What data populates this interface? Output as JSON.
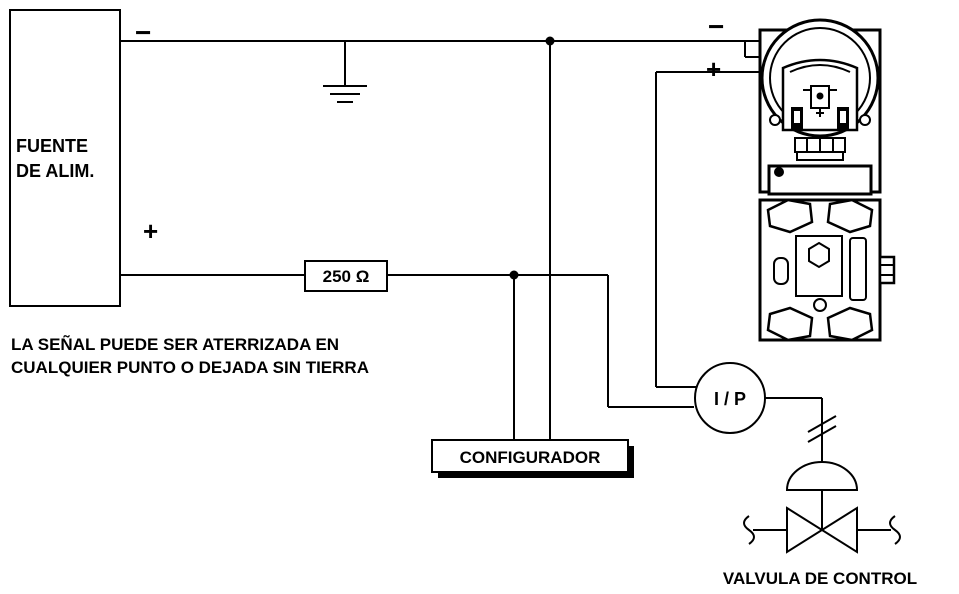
{
  "power_supply": {
    "line1": "FUENTE",
    "line2": "DE ALIM.",
    "minus": "−",
    "plus": "+"
  },
  "transmitter": {
    "minus": "−",
    "plus": "+"
  },
  "resistor": {
    "label": "250 Ω"
  },
  "note": {
    "line1": "LA SEÑAL PUEDE SER ATERRIZADA EN",
    "line2": "CUALQUIER PUNTO O DEJADA SIN TIERRA"
  },
  "configurator": {
    "label": "CONFIGURADOR"
  },
  "converter": {
    "label": "I / P"
  },
  "valve": {
    "label": "VALVULA DE CONTROL"
  }
}
